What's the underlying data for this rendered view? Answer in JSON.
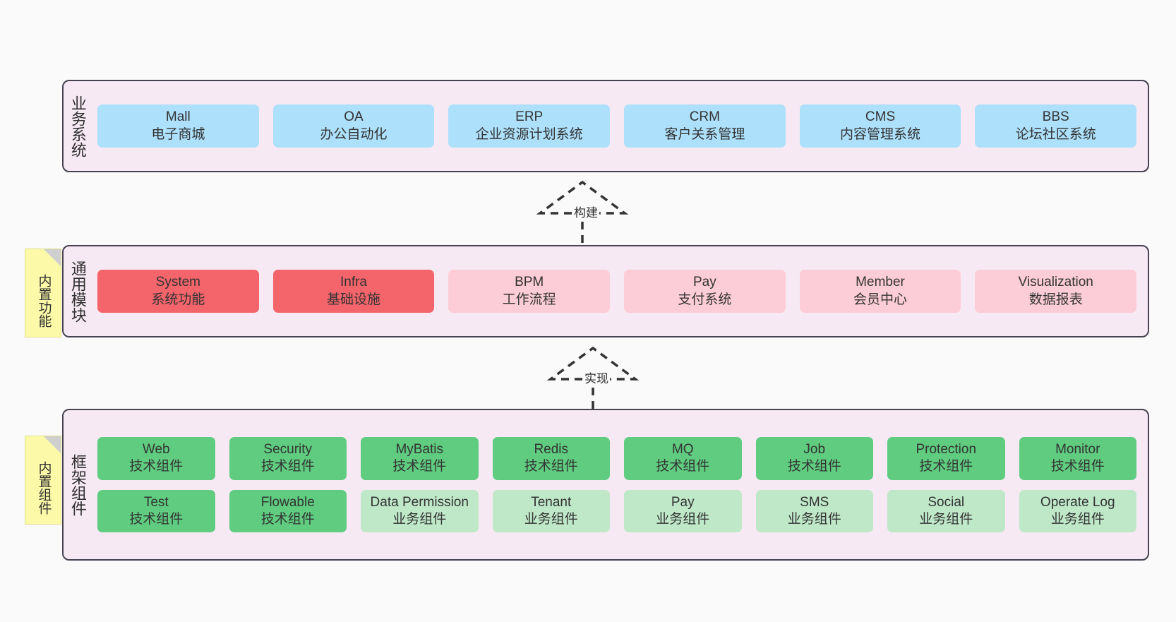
{
  "diagram": {
    "background_color": "#fafafa",
    "layer_fill": "#f7e9f3",
    "layer_border": "#46424f",
    "note_fill": "#fcfaa8",
    "colors": {
      "blue": "#ade0fb",
      "red_strong": "#f4646b",
      "red_light": "#fccdd6",
      "green_strong": "#5fcc80",
      "green_light": "#bfe8c8"
    }
  },
  "layers": [
    {
      "id": "business-system",
      "title": "业务系统",
      "rows": [
        [
          {
            "title": "Mall",
            "sub": "电子商城",
            "color": "blue"
          },
          {
            "title": "OA",
            "sub": "办公自动化",
            "color": "blue"
          },
          {
            "title": "ERP",
            "sub": "企业资源计划系统",
            "color": "blue"
          },
          {
            "title": "CRM",
            "sub": "客户关系管理",
            "color": "blue"
          },
          {
            "title": "CMS",
            "sub": "内容管理系统",
            "color": "blue"
          },
          {
            "title": "BBS",
            "sub": "论坛社区系统",
            "color": "blue"
          }
        ]
      ]
    },
    {
      "id": "common-module",
      "title": "通用模块",
      "note": "内置功能",
      "rows": [
        [
          {
            "title": "System",
            "sub": "系统功能",
            "color": "red-strong"
          },
          {
            "title": "Infra",
            "sub": "基础设施",
            "color": "red-strong"
          },
          {
            "title": "BPM",
            "sub": "工作流程",
            "color": "red-light"
          },
          {
            "title": "Pay",
            "sub": "支付系统",
            "color": "red-light"
          },
          {
            "title": "Member",
            "sub": "会员中心",
            "color": "red-light"
          },
          {
            "title": "Visualization",
            "sub": "数据报表",
            "color": "red-light"
          }
        ]
      ]
    },
    {
      "id": "framework-component",
      "title": "框架组件",
      "note": "内置组件",
      "rows": [
        [
          {
            "title": "Web",
            "sub": "技术组件",
            "color": "green-strong"
          },
          {
            "title": "Security",
            "sub": "技术组件",
            "color": "green-strong"
          },
          {
            "title": "MyBatis",
            "sub": "技术组件",
            "color": "green-strong"
          },
          {
            "title": "Redis",
            "sub": "技术组件",
            "color": "green-strong"
          },
          {
            "title": "MQ",
            "sub": "技术组件",
            "color": "green-strong"
          },
          {
            "title": "Job",
            "sub": "技术组件",
            "color": "green-strong"
          },
          {
            "title": "Protection",
            "sub": "技术组件",
            "color": "green-strong"
          },
          {
            "title": "Monitor",
            "sub": "技术组件",
            "color": "green-strong"
          }
        ],
        [
          {
            "title": "Test",
            "sub": "技术组件",
            "color": "green-strong"
          },
          {
            "title": "Flowable",
            "sub": "技术组件",
            "color": "green-strong"
          },
          {
            "title": "Data Permission",
            "sub": "业务组件",
            "color": "green-light",
            "wrap": true
          },
          {
            "title": "Tenant",
            "sub": "业务组件",
            "color": "green-light"
          },
          {
            "title": "Pay",
            "sub": "业务组件",
            "color": "green-light"
          },
          {
            "title": "SMS",
            "sub": "业务组件",
            "color": "green-light"
          },
          {
            "title": "Social",
            "sub": "业务组件",
            "color": "green-light"
          },
          {
            "title": "Operate Log",
            "sub": "业务组件",
            "color": "green-light"
          }
        ]
      ]
    }
  ],
  "connectors": [
    {
      "id": "build",
      "label": "构建"
    },
    {
      "id": "realize",
      "label": "实现"
    }
  ]
}
